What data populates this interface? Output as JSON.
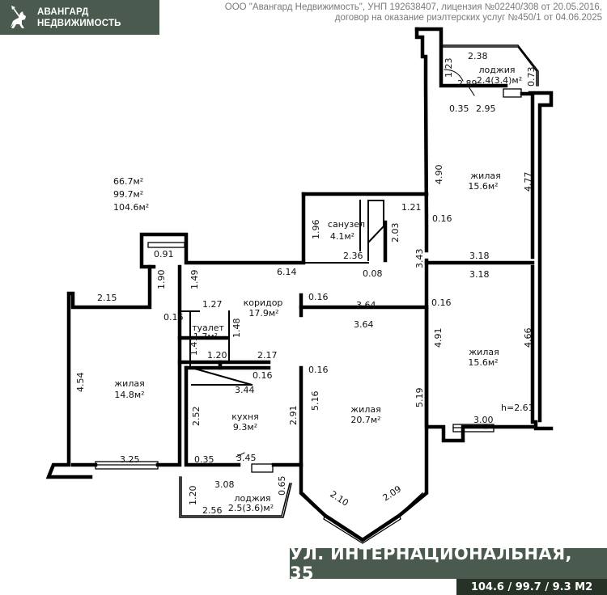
{
  "brand": {
    "line1": "АВАНГАРД",
    "line2": "НЕДВИЖИМОСТЬ",
    "logo_icon": "knight-on-horse-icon"
  },
  "header": {
    "line1": "ООО \"Авангард Недвижимость\", УНП 192638407, лицензия №02240/308 от 20.05.2016,",
    "line2": "договор на оказание риэлтерских услуг №450/1 от 04.06.2025"
  },
  "totals": {
    "area1": "66.7м²",
    "area2": "99.7м²",
    "area3": "104.6м²"
  },
  "rooms": {
    "loggia_top": {
      "name": "лоджия",
      "area": "2.4(3.4)м²"
    },
    "bedroom_ne": {
      "name": "жилая",
      "area": "15.6м²"
    },
    "bathroom": {
      "name": "санузел",
      "area": "4.1м²"
    },
    "corridor": {
      "name": "коридор",
      "area": "17.9м²"
    },
    "toilet": {
      "name": "туалет",
      "area": "1.7м²"
    },
    "bedroom_w": {
      "name": "жилая",
      "area": "14.8м²"
    },
    "bedroom_e": {
      "name": "жилая",
      "area": "15.6м²"
    },
    "kitchen": {
      "name": "кухня",
      "area": "9.3м²"
    },
    "living": {
      "name": "жилая",
      "area": "20.7м²"
    },
    "loggia_bottom": {
      "name": "лоджия",
      "area": "2.5(3.6)м²"
    }
  },
  "dimensions": {
    "d238": "2.38",
    "d123": "1.23",
    "d289": "2.89",
    "d073": "0.73",
    "d035a": "0.35",
    "d295": "2.95",
    "d490": "4.90",
    "d477": "4.77",
    "d196": "1.96",
    "d203": "2.03",
    "d121": "1.21",
    "d016a": "0.16",
    "d343": "3.43",
    "d318a": "3.18",
    "d318b": "3.18",
    "d091": "0.91",
    "d236": "2.36",
    "d614": "6.14",
    "d008": "0.08",
    "d190": "1.90",
    "d149": "1.49",
    "d215": "2.15",
    "d127": "1.27",
    "d016b": "0.16",
    "d016c": "0.16",
    "d364a": "3.64",
    "d016d": "0.16",
    "d364b": "3.64",
    "d148": "1.48",
    "d141": "1.41",
    "d491": "4.91",
    "d466": "4.66",
    "d120a": "1.20",
    "d217": "2.17",
    "d016e": "0.16",
    "d016f": "0.16",
    "d454": "4.54",
    "d344": "3.44",
    "d519": "5.19",
    "d516": "5.16",
    "d252": "2.52",
    "d291": "2.91",
    "h": "h=2.61",
    "d300": "3.00",
    "d325": "3.25",
    "d035b": "0.35",
    "d345": "3.45",
    "d308": "3.08",
    "d065": "0.65",
    "d210": "2.10",
    "d209": "2.09",
    "d120b": "1.20",
    "d256": "2.56"
  },
  "address": "УЛ. ИНТЕРНАЦИОНАЛЬНАЯ, 35",
  "area_summary": "104.6 / 99.7 / 9.3 М2",
  "colors": {
    "brand_bg": "#4b5a4e",
    "brand_dark": "#263226",
    "wall": "#000000",
    "header_text": "#7a7a7a"
  }
}
